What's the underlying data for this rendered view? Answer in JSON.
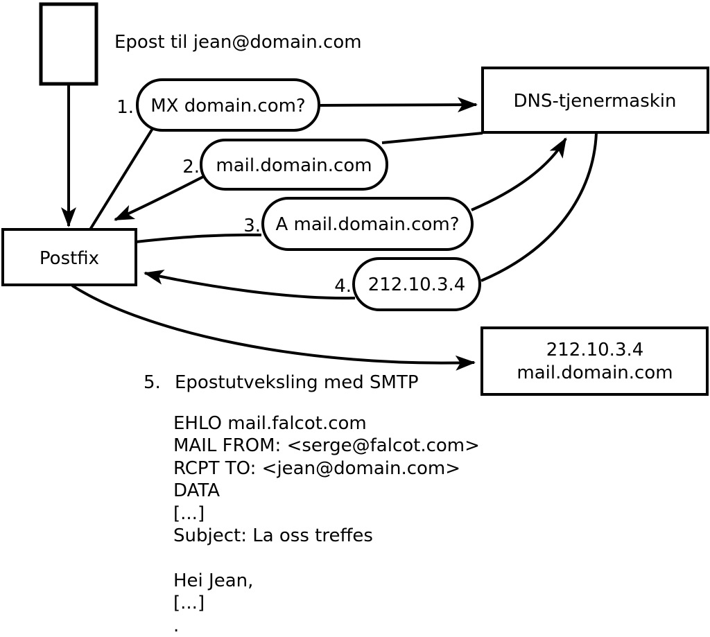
{
  "title": "Epost til jean@domain.com",
  "nodes": {
    "postfix": {
      "label": "Postfix"
    },
    "dns": {
      "label": "DNS-tjenermaskin"
    },
    "mailserver": {
      "line1": "212.10.3.4",
      "line2": "mail.domain.com"
    }
  },
  "steps": [
    {
      "num": "1.",
      "label": "MX domain.com?"
    },
    {
      "num": "2.",
      "label": "mail.domain.com"
    },
    {
      "num": "3.",
      "label": "A mail.domain.com?"
    },
    {
      "num": "4.",
      "label": "212.10.3.4"
    },
    {
      "num": "5.",
      "label": "Epostutveksling med SMTP"
    }
  ],
  "smtp": {
    "text": "EHLO mail.falcot.com\nMAIL FROM: <serge@falcot.com>\nRCPT TO: <jean@domain.com>\nDATA\n[...]\nSubject: La oss treffes\n\nHei Jean,\n[...]\n."
  },
  "colors": {
    "stroke": "#000000",
    "background": "#ffffff"
  }
}
